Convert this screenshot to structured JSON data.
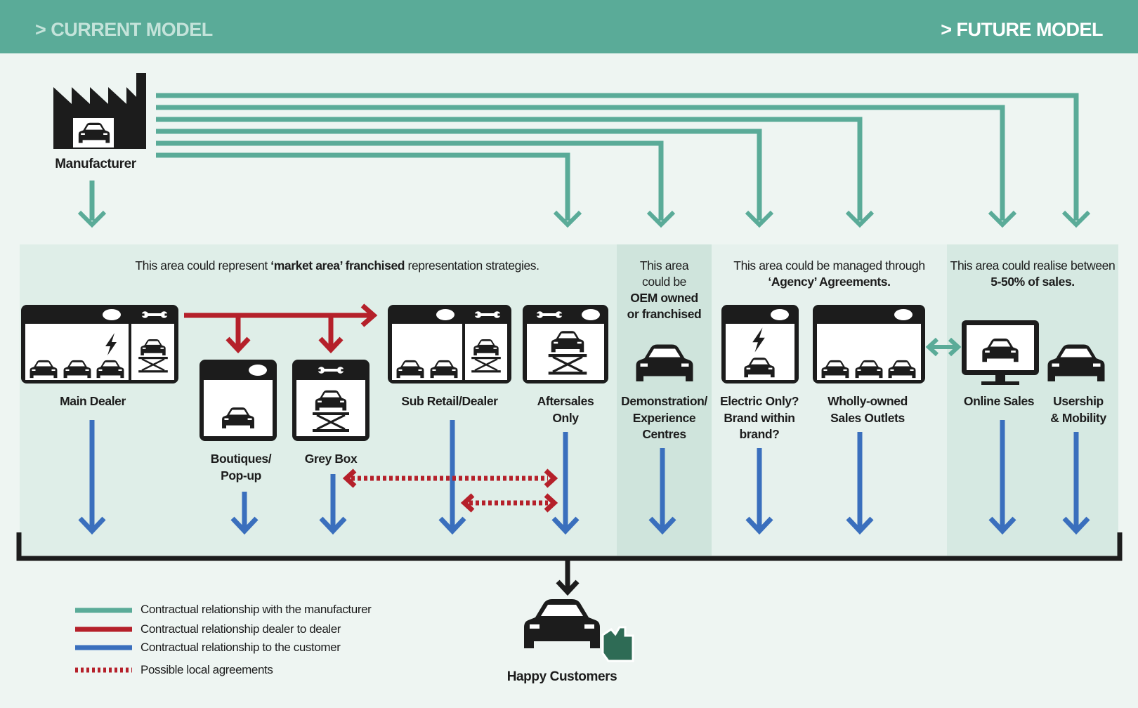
{
  "header": {
    "left": "> CURRENT MODEL",
    "right": "> FUTURE MODEL"
  },
  "manufacturer": {
    "label": "Manufacturer"
  },
  "areas": {
    "market": {
      "text_pre": "This area could represent ",
      "text_bold": "‘market area’ franchised",
      "text_post": " representation strategies."
    },
    "oem": {
      "line1": "This area",
      "line2": "could be",
      "line3": "OEM owned",
      "line4": "or franchised"
    },
    "agency": {
      "line1": "This area could be managed through",
      "line2": "‘Agency’ Agreements."
    },
    "online": {
      "line1": "This area could realise between",
      "line2": "5-50% of sales."
    }
  },
  "nodes": {
    "main_dealer": "Main Dealer",
    "boutiques": [
      "Boutiques/",
      "Pop-up"
    ],
    "grey_box": "Grey Box",
    "sub_retail": "Sub Retail/Dealer",
    "aftersales": [
      "Aftersales",
      "Only"
    ],
    "demo": [
      "Demonstration/",
      "Experience",
      "Centres"
    ],
    "electric": [
      "Electric Only?",
      "Brand within",
      "brand?"
    ],
    "wholly_owned": [
      "Wholly-owned",
      "Sales Outlets"
    ],
    "online_sales": "Online Sales",
    "usership": [
      "Usership",
      "& Mobility"
    ]
  },
  "customers": {
    "label": "Happy Customers"
  },
  "legend": [
    {
      "label": "Contractual relationship with the manufacturer",
      "color": "#5aab98",
      "style": "solid"
    },
    {
      "label": "Contractual relationship dealer to dealer",
      "color": "#b5202a",
      "style": "solid"
    },
    {
      "label": "Contractual relationship to the customer",
      "color": "#3a6fbd",
      "style": "solid"
    },
    {
      "label": "Possible local agreements",
      "color": "#b5202a",
      "style": "dotted"
    }
  ],
  "colors": {
    "green": "#5aab98",
    "red": "#b5202a",
    "blue": "#3a6fbd",
    "dark": "#1c1c1c",
    "panel": "#dcece6",
    "background": "#eef5f2"
  }
}
